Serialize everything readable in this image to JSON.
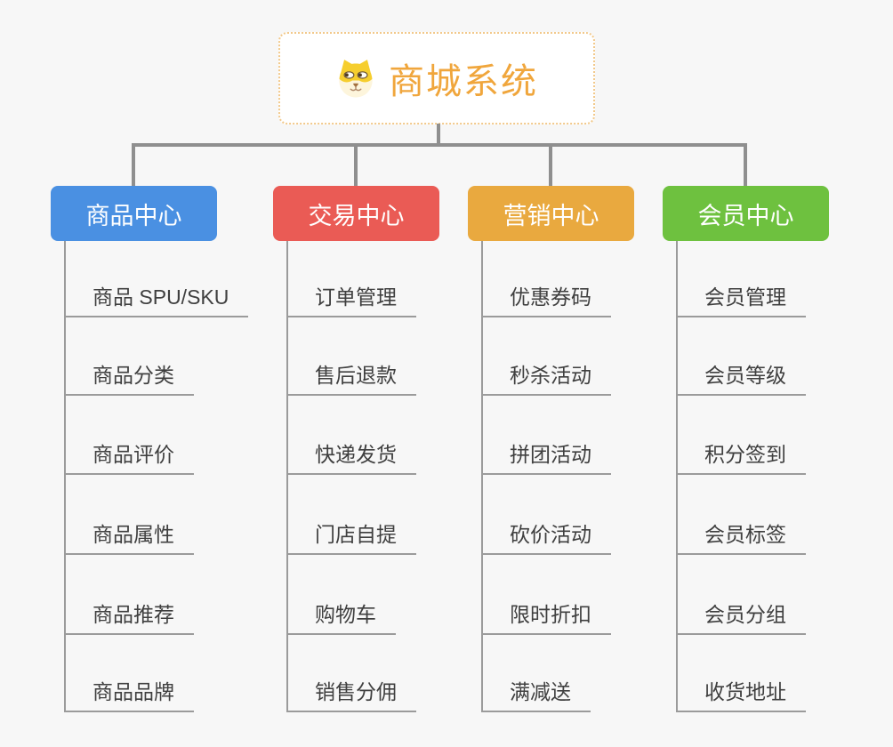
{
  "canvas": {
    "background": "#f7f7f7"
  },
  "root": {
    "title": "商城系统",
    "icon": "dog-face-icon",
    "text_color": "#f0a63c",
    "border_color": "#f2c98b",
    "background": "#ffffff"
  },
  "connectors": {
    "tree_color": "#8f8f8f",
    "branch_line_color": "#9b9b9b"
  },
  "branches": [
    {
      "label": "商品中心",
      "color": "#4a90e2",
      "items": [
        "商品 SPU/SKU",
        "商品分类",
        "商品评价",
        "商品属性",
        "商品推荐",
        "商品品牌"
      ]
    },
    {
      "label": "交易中心",
      "color": "#ea5b55",
      "items": [
        "订单管理",
        "售后退款",
        "快递发货",
        "门店自提",
        "购物车",
        "销售分佣"
      ]
    },
    {
      "label": "营销中心",
      "color": "#e9a93f",
      "items": [
        "优惠券码",
        "秒杀活动",
        "拼团活动",
        "砍价活动",
        "限时折扣",
        "满减送"
      ]
    },
    {
      "label": "会员中心",
      "color": "#6ec13f",
      "items": [
        "会员管理",
        "会员等级",
        "积分签到",
        "会员标签",
        "会员分组",
        "收货地址"
      ]
    }
  ]
}
